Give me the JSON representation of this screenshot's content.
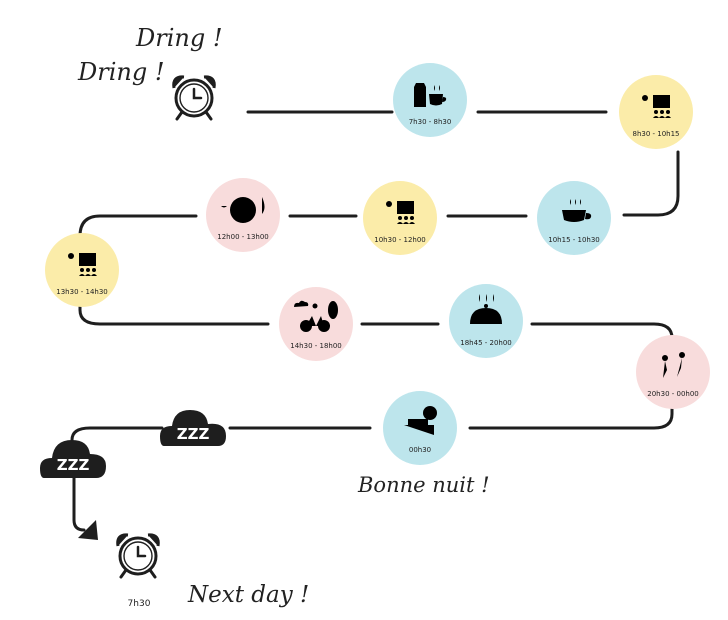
{
  "texts": {
    "dring1": "Dring !",
    "dring2": "Dring !",
    "bonne_nuit": "Bonne nuit !",
    "next_day": "Next day !",
    "next_time": "7h30"
  },
  "clouds": {
    "zzz": "ZZZ"
  },
  "colors": {
    "blue": "#bde5ec",
    "yellow": "#fbeca9",
    "pink": "#f8dcdc",
    "ink": "#1e1e1e"
  },
  "stops": [
    {
      "time": "7h30 - 8h30",
      "color": "blue",
      "icon": "breakfast-icon"
    },
    {
      "time": "8h30 - 10h15",
      "color": "yellow",
      "icon": "presentation-icon"
    },
    {
      "time": "10h15 - 10h30",
      "color": "blue",
      "icon": "coffee-cup-icon"
    },
    {
      "time": "10h30 - 12h00",
      "color": "yellow",
      "icon": "presentation-icon"
    },
    {
      "time": "12h00 - 13h00",
      "color": "pink",
      "icon": "lunch-plate-icon"
    },
    {
      "time": "13h30 - 14h30",
      "color": "yellow",
      "icon": "presentation-icon"
    },
    {
      "time": "14h30 - 18h00",
      "color": "pink",
      "icon": "bike-ride-icon"
    },
    {
      "time": "18h45 - 20h00",
      "color": "blue",
      "icon": "dinner-cloche-icon"
    },
    {
      "time": "20h30 - 00h00",
      "color": "pink",
      "icon": "dancing-icon"
    },
    {
      "time": "00h30",
      "color": "blue",
      "icon": "bed-clock-icon"
    }
  ]
}
